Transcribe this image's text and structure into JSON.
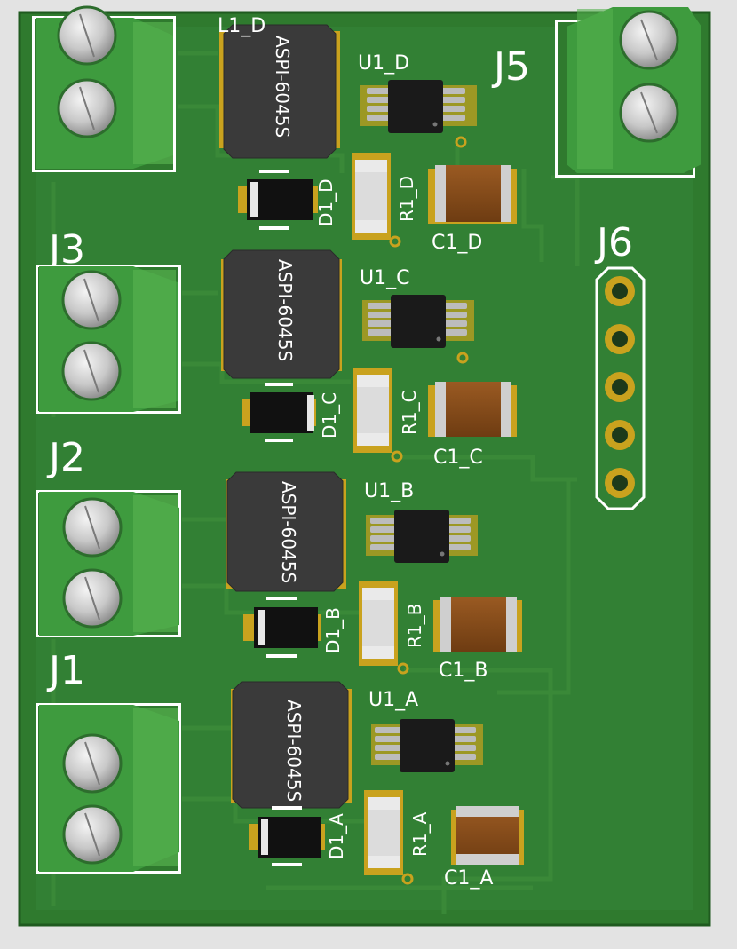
{
  "board": {
    "colors": {
      "background": "#e3e3e3",
      "pcb": "#2f7a2e",
      "pcb_light": "#3f8d3a",
      "silkscreen": "#ffffff",
      "copper": "#c9a21e",
      "terminal_green": "#3e9b3e"
    }
  },
  "connectors": {
    "j1": "J1",
    "j2": "J2",
    "j3": "J3",
    "j5": "J5",
    "j6": "J6"
  },
  "channels": {
    "d": {
      "inductor_ref": "L1_D",
      "inductor_part": "ASPI-6045S",
      "ic": "U1_D",
      "diode": "D1_D",
      "resistor": "R1_D",
      "capacitor": "C1_D"
    },
    "c": {
      "inductor_part": "ASPI-6045S",
      "ic": "U1_C",
      "diode": "D1_C",
      "resistor": "R1_C",
      "capacitor": "C1_C"
    },
    "b": {
      "inductor_part": "ASPI-6045S",
      "ic": "U1_B",
      "diode": "D1_B",
      "resistor": "R1_B",
      "capacitor": "C1_B"
    },
    "a": {
      "inductor_part": "ASPI-6045S",
      "ic": "U1_A",
      "diode": "D1_A",
      "resistor": "R1_A",
      "capacitor": "C1_A"
    }
  }
}
